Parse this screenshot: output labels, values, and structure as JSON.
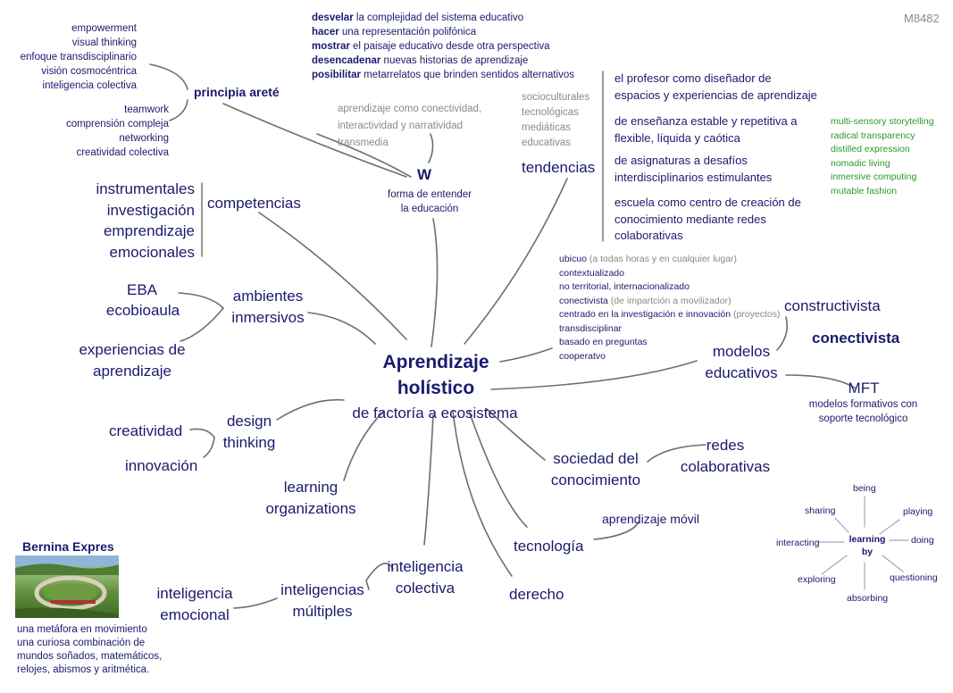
{
  "id_label": "M8482",
  "center": {
    "line1": "Aprendizaje",
    "line2": "holístico",
    "subtitle": "de factoría a ecosistema"
  },
  "principia": {
    "title": "principia areté",
    "items_top": [
      "empowerment",
      "visual thinking",
      "enfoque transdisciplinario",
      "visión cosmocéntrica",
      "inteligencia colectiva"
    ],
    "items_bottom": [
      "teamwork",
      "comprensión compleja",
      "networking",
      "creatividad colectiva"
    ]
  },
  "w": {
    "title": "W",
    "subtitle": [
      "forma de entender",
      "la educación"
    ],
    "verbs": [
      {
        "verb": "desvelar",
        "rest": " la complejidad del sistema educativo"
      },
      {
        "verb": "hacer",
        "rest": " una representación polifónica"
      },
      {
        "verb": "mostrar",
        "rest": " el paisaje educativo desde otra perspectiva"
      },
      {
        "verb": "desencadenar",
        "rest": " nuevas historias de aprendizaje"
      },
      {
        "verb": "posibilitar",
        "rest": " metarrelatos que brinden sentidos alternativos"
      }
    ],
    "transmedia": [
      "aprendizaje como conectividad,",
      "interactividad y narratividad",
      "transmedia"
    ]
  },
  "tendencias": {
    "title": "tendencias",
    "types": [
      "socioculturales",
      "tecnológicas",
      "mediáticas",
      "educativas"
    ],
    "items": [
      [
        "el profesor como diseñador de",
        "espacios y experiencias de aprendizaje"
      ],
      [
        "de enseñanza estable y repetitiva a",
        "flexible, líquida y caótica"
      ],
      [
        "de asignaturas a desafíos",
        "interdisciplinarios estimulantes"
      ],
      [
        "escuela como centro de creación de",
        "conocimiento mediante redes",
        "colaborativas"
      ]
    ],
    "green": [
      "multi-sensory storytelling",
      "radical transparency",
      "distilled expression",
      "nomadic living",
      "inmersive computing",
      "mutable fashion"
    ]
  },
  "features": [
    {
      "main": "ubicuo",
      "note": " (a todas horas y en cualquier lugar)"
    },
    {
      "main": "contextualizado",
      "note": ""
    },
    {
      "main": "no territorial, internacionalizado",
      "note": ""
    },
    {
      "main": "conectivista",
      "note": " (de impartción a movilizador)"
    },
    {
      "main": "centrado en la investigación e innovación",
      "note": " (proyectos)"
    },
    {
      "main": "transdisciplinar",
      "note": ""
    },
    {
      "main": "basado en preguntas",
      "note": ""
    },
    {
      "main": "cooperatvo",
      "note": ""
    }
  ],
  "competencias": {
    "title": "competencias",
    "items": [
      "instrumentales",
      "investigación",
      "emprendizaje",
      "emocionales"
    ]
  },
  "ambientes": {
    "title": [
      "ambientes",
      "inmersivos"
    ],
    "eba": "EBA",
    "ecobioaula": "ecobioaula",
    "experiencias": [
      "experiencias de",
      "aprendizaje"
    ]
  },
  "modelos": {
    "title": [
      "modelos",
      "educativos"
    ],
    "constructivista": "constructivista",
    "conectivista": "conectivista",
    "mft": "MFT",
    "mft_desc": [
      "modelos formativos con",
      "soporte tecnológico"
    ]
  },
  "design": {
    "title": [
      "design",
      "thinking"
    ],
    "creatividad": "creatividad",
    "innovacion": "innovación"
  },
  "learning_org": [
    "learning",
    "organizations"
  ],
  "sociedad": {
    "title": [
      "sociedad del",
      "conocimiento"
    ],
    "redes": [
      "redes",
      "colaborativas"
    ]
  },
  "tecnologia": {
    "title": "tecnología",
    "movil": "aprendizaje móvil"
  },
  "derecho": "derecho",
  "colectiva": [
    "inteligencia",
    "colectiva"
  ],
  "multiples": [
    "inteligencias",
    "múltiples"
  ],
  "emocional": [
    "inteligencia",
    "emocional"
  ],
  "bernina": {
    "title": "Bernina Expres",
    "desc": [
      "una metáfora en movimiento",
      "una curiosa combinación de",
      "mundos soñados, matemáticos,",
      "relojes, abismos y aritmética."
    ]
  },
  "learning_by": {
    "center": [
      "learning",
      "by"
    ],
    "spokes": [
      "being",
      "playing",
      "doing",
      "questioning",
      "absorbing",
      "exploring",
      "interacting",
      "sharing"
    ]
  }
}
